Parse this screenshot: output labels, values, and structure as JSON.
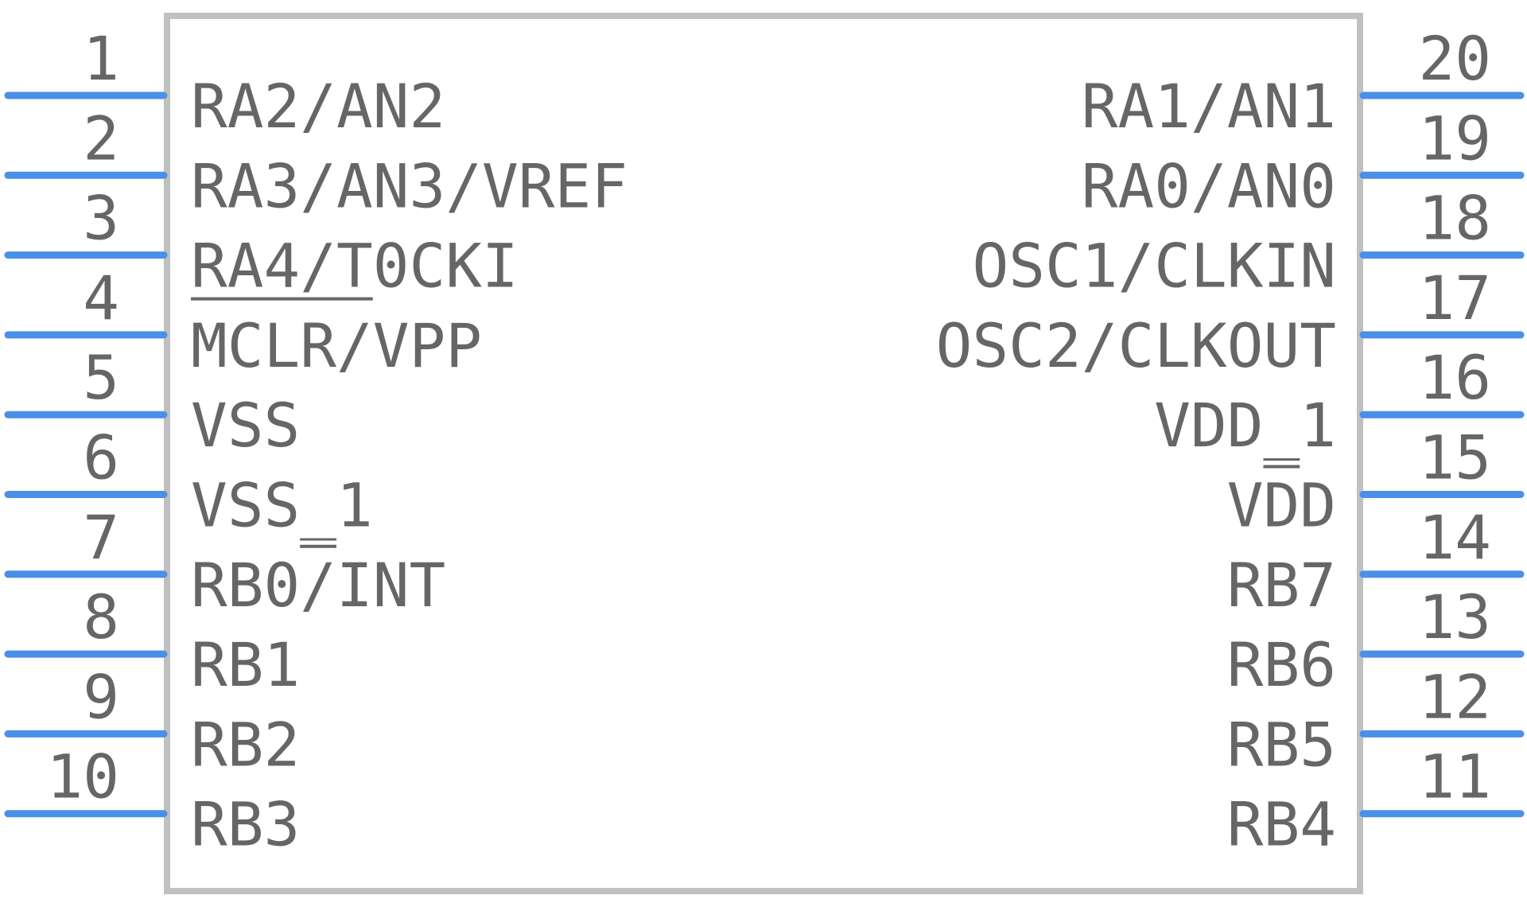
{
  "colors": {
    "body_outline": "#c0c0c0",
    "pin_line": "#4a8fe8",
    "text": "#666666",
    "background": "#ffffff"
  },
  "pins_left": [
    {
      "number": "1",
      "label": "RA2/AN2"
    },
    {
      "number": "2",
      "label": "RA3/AN3/VREF"
    },
    {
      "number": "3",
      "label": "RA4/T0CKI"
    },
    {
      "number": "4",
      "label": "MCLR/VPP"
    },
    {
      "number": "5",
      "label": "VSS"
    },
    {
      "number": "6",
      "label": "VSS_1"
    },
    {
      "number": "7",
      "label": "RB0/INT"
    },
    {
      "number": "8",
      "label": "RB1"
    },
    {
      "number": "9",
      "label": "RB2"
    },
    {
      "number": "10",
      "label": "RB3"
    }
  ],
  "pins_right": [
    {
      "number": "20",
      "label": "RA1/AN1"
    },
    {
      "number": "19",
      "label": "RA0/AN0"
    },
    {
      "number": "18",
      "label": "OSC1/CLKIN"
    },
    {
      "number": "17",
      "label": "OSC2/CLKOUT"
    },
    {
      "number": "16",
      "label": "VDD_1"
    },
    {
      "number": "15",
      "label": "VDD"
    },
    {
      "number": "14",
      "label": "RB7"
    },
    {
      "number": "13",
      "label": "RB6"
    },
    {
      "number": "12",
      "label": "RB5"
    },
    {
      "number": "11",
      "label": "RB4"
    }
  ]
}
